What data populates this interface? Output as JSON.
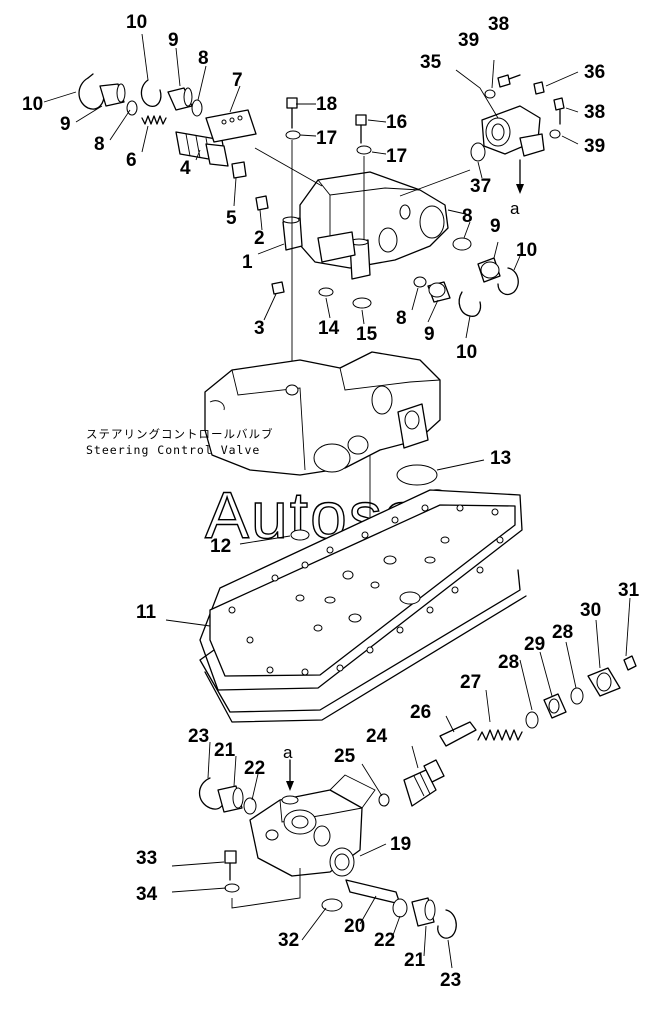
{
  "caption": {
    "japanese": "ステアリングコントロールバルブ",
    "english": "Steering Control Valve"
  },
  "watermark": "Autosoft",
  "view_marker": "a",
  "callouts": [
    "1",
    "2",
    "3",
    "4",
    "5",
    "6",
    "7",
    "8",
    "9",
    "10",
    "11",
    "12",
    "13",
    "14",
    "15",
    "16",
    "17",
    "18",
    "19",
    "20",
    "21",
    "22",
    "23",
    "24",
    "25",
    "26",
    "27",
    "28",
    "29",
    "30",
    "31",
    "32",
    "33",
    "34",
    "35",
    "36",
    "37",
    "38",
    "39"
  ]
}
